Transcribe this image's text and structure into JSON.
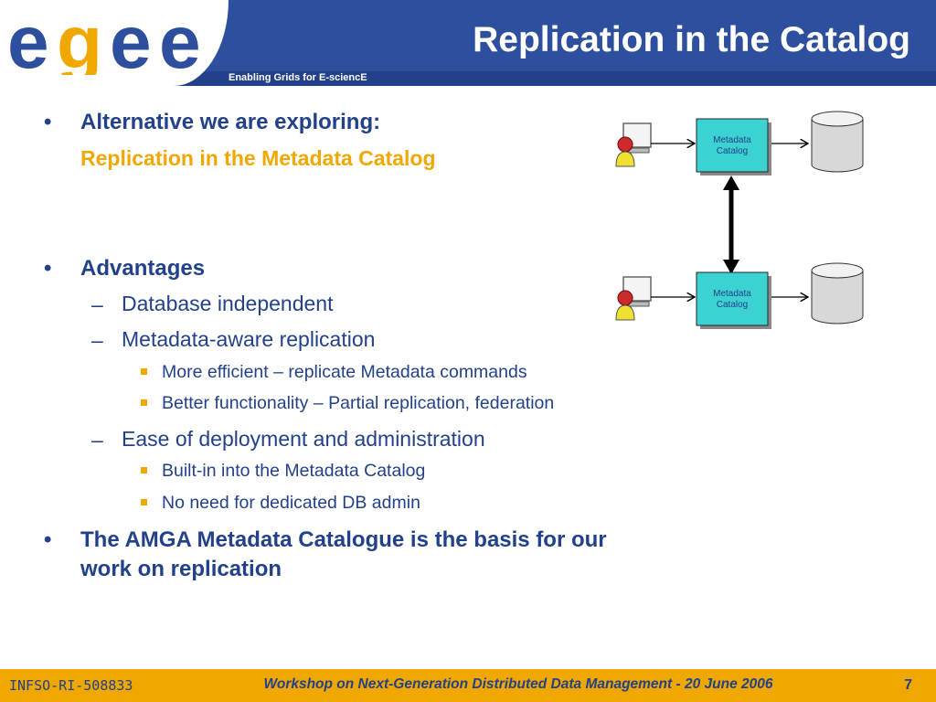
{
  "header": {
    "logo_text": "egee",
    "title": "Replication in the Catalog",
    "tagline": "Enabling Grids for E-sciencE"
  },
  "content": {
    "b1": "Alternative we are exploring:",
    "b1_sub": "Replication in the Metadata Catalog",
    "b2": "Advantages",
    "b2_items": [
      "Database independent",
      "Metadata-aware replication"
    ],
    "b2_sub_items": [
      "More efficient – replicate Metadata commands",
      "Better functionality – Partial replication, federation"
    ],
    "b2_item3": "Ease of deployment and administration",
    "b2_item3_sub": [
      "Built-in into the Metadata Catalog",
      "No need for dedicated DB admin"
    ],
    "b3_line1": "The AMGA Metadata Catalogue is the basis for our",
    "b3_line2": "work on replication",
    "bullet_char": "•",
    "dash_char": "–"
  },
  "diagram": {
    "catalog_line1": "Metadata",
    "catalog_line2": "Catalog"
  },
  "footer": {
    "id": "INFSO-RI-508833",
    "workshop": "Workshop on Next-Generation Distributed Data Management  - 20 June 2006",
    "page": "7"
  },
  "colors": {
    "blue": "#2d4f9e",
    "dark_blue": "#22418a",
    "orange": "#f0a800",
    "cyan": "#3cd2d2"
  }
}
